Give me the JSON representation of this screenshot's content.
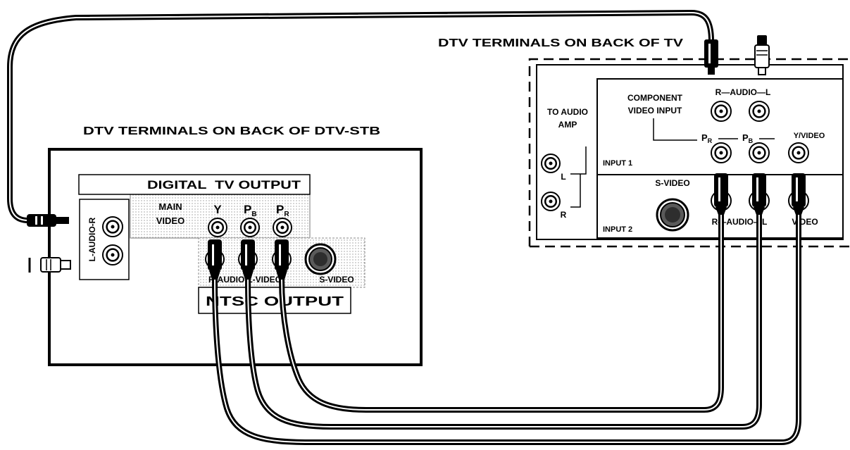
{
  "stb": {
    "title": "DTV TERMINALS ON BACK OF DTV-STB",
    "digital_output": {
      "heading": "DIGITAL  TV OUTPUT",
      "audio_label": "L-AUDIO-R",
      "main_video": [
        "MAIN",
        "VIDEO"
      ],
      "y_label": "Y",
      "pb": {
        "main": "P",
        "sub": "B"
      },
      "pr": {
        "main": "P",
        "sub": "R"
      }
    },
    "ntsc_output": {
      "heading": "NTSC OUTPUT",
      "jack_label": "R-AUDIO-L-VIDEO",
      "svideo_label": "S-VIDEO"
    }
  },
  "tv": {
    "title": "DTV TERMINALS ON BACK OF TV",
    "audio_amp": {
      "label": [
        "TO AUDIO",
        "AMP"
      ],
      "left": "L",
      "right": "R"
    },
    "input1": {
      "label": "INPUT 1",
      "component": [
        "COMPONENT",
        "VIDEO INPUT"
      ],
      "audio": "R—AUDIO—L",
      "pr": {
        "main": "P",
        "sub": "R"
      },
      "pb": {
        "main": "P",
        "sub": "B"
      },
      "y_video": "Y/VIDEO"
    },
    "input2": {
      "label": "INPUT 2",
      "svideo": "S-VIDEO",
      "audio": "R—AUDIO—L",
      "video": "VIDEO"
    }
  }
}
